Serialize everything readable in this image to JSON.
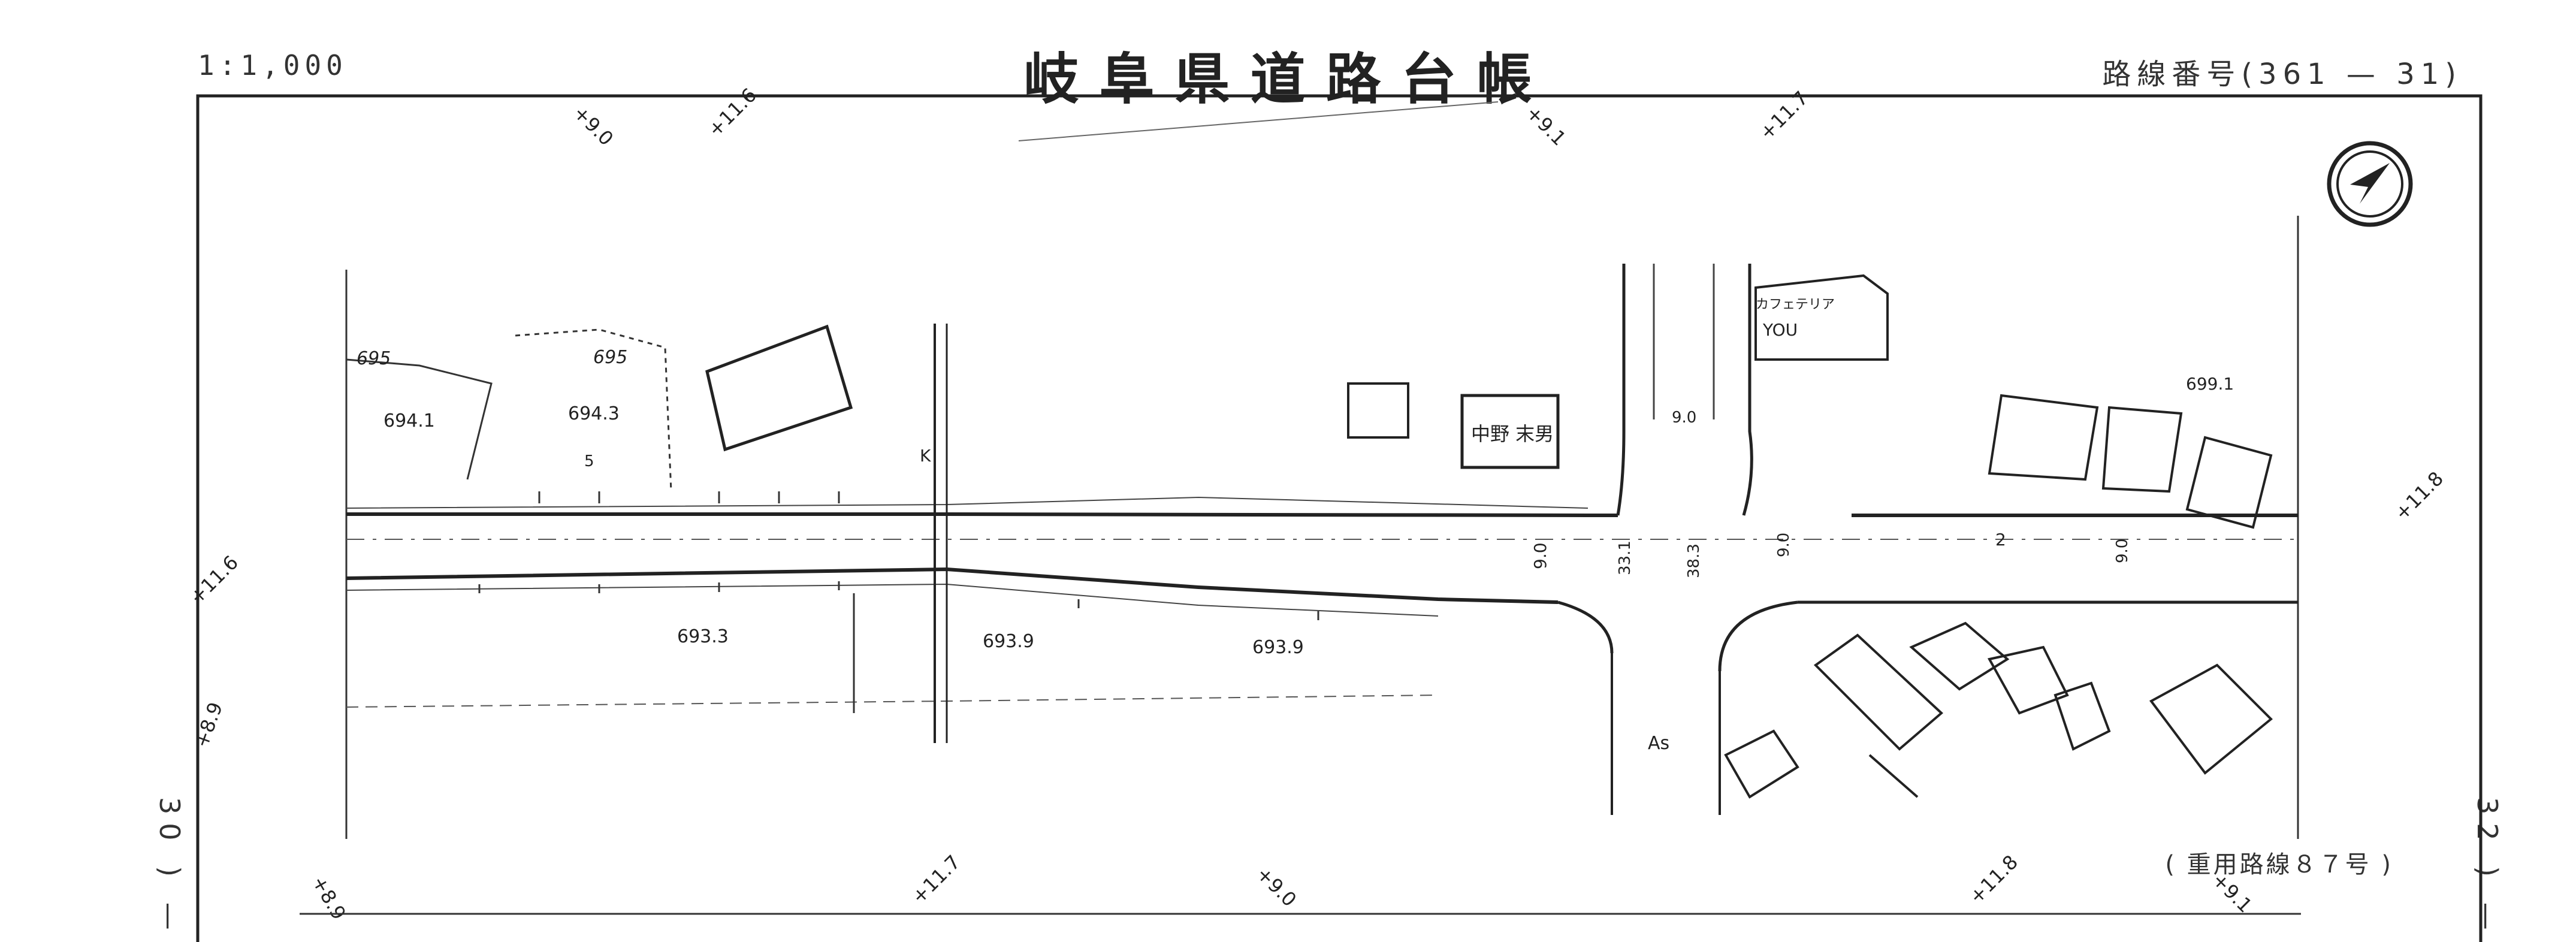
{
  "header": {
    "scale": "1:1,000",
    "title": "岐阜県道路台帳",
    "route_number": "路線番号(361 — 31)"
  },
  "margins": {
    "left_sheet": "30 ) —",
    "right_sheet": "32 ) —",
    "duplicate_route": "( 重用路線８７号 )"
  },
  "labels": {
    "cafeteria": "カフェテリア",
    "cafeteria_name": "YOU",
    "owner": "中野 末男",
    "asphalt": "As",
    "k_mark": "K"
  },
  "elevations": [
    "694.1",
    "694.3",
    "693.3",
    "693.9",
    "693.9",
    "699.1",
    "695",
    "695"
  ],
  "road_dims": [
    "9.0",
    "9.0",
    "33.1",
    "38.3",
    "9.0",
    "9.0",
    "2",
    "5"
  ],
  "chainage": [
    "+9.0",
    "+11.6",
    "+9.1",
    "+11.7",
    "+11.8",
    "+11.6",
    "+8.9",
    "+8.9",
    "+11.7",
    "+9.0",
    "+11.8",
    "+9.1"
  ],
  "icons": {
    "north": "north-arrow-icon"
  }
}
